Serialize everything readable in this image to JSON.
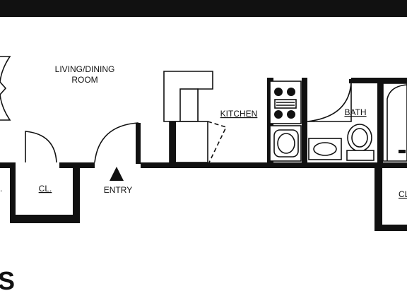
{
  "plan": {
    "labels": {
      "living_dining_line1": "LIVING/DINING",
      "living_dining_line2": "ROOM",
      "kitchen": "KITCHEN",
      "bath": "BATH",
      "closet_left": "CL.",
      "closet_right_partial": "CL",
      "closet_far_left_partial": ".",
      "entry": "ENTRY",
      "corner_glyph": "S"
    },
    "colors": {
      "wall": "#111111",
      "background": "#ffffff"
    }
  }
}
